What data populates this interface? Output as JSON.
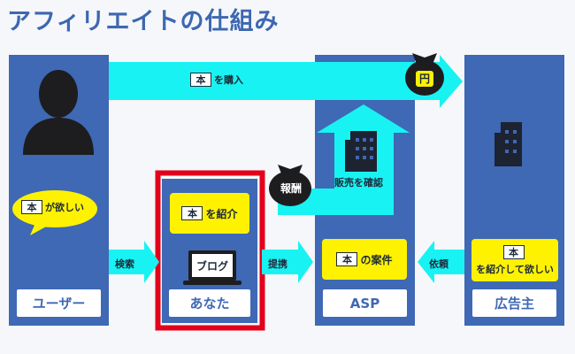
{
  "title": "アフィリエイトの仕組み",
  "colors": {
    "column": "#3f68b5",
    "arrow": "#19f2f2",
    "highlight": "#ffee00",
    "frame": "#e3001b"
  },
  "columns": {
    "user": "ユーザー",
    "you": "あなた",
    "asp": "ASP",
    "advertiser": "広告主"
  },
  "book_char": "本",
  "purchase": {
    "suffix": "を購入"
  },
  "yen_label": "円",
  "reward_label": "報酬",
  "confirm_label": "販売を確認",
  "user_bubble": {
    "suffix": "が欲しい"
  },
  "you_box": {
    "suffix": "を紹介"
  },
  "blog_label": "ブログ",
  "asp_box": {
    "suffix": "の案件"
  },
  "adv_box": {
    "text": "を紹介して欲しい"
  },
  "arrow_labels": {
    "search": "検索",
    "provide": "提携",
    "request": "依頼"
  },
  "icons": [
    "person-silhouette-icon",
    "building-icon",
    "laptop-icon",
    "money-bag-icon",
    "book-icon"
  ]
}
